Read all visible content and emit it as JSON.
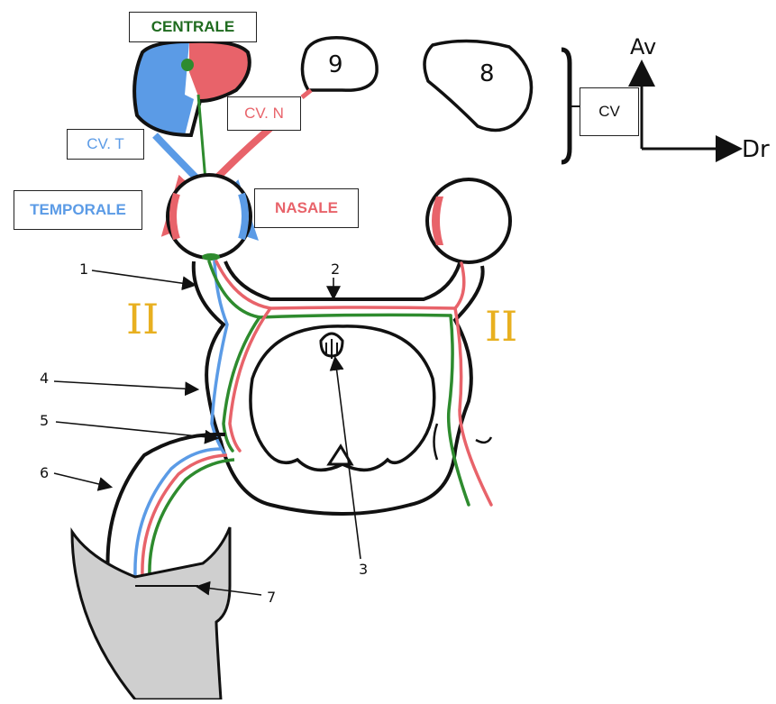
{
  "labels": {
    "centrale": "CENTRALE",
    "cv_t": "CV. T",
    "cv_n": "CV. N",
    "temporale": "TEMPORALE",
    "nasale": "NASALE",
    "cv": "CV",
    "av": "Av",
    "dr": "Dr",
    "n8": "8",
    "n9": "9",
    "n1": "1",
    "n2": "2",
    "n3": "3",
    "n4": "4",
    "n5": "5",
    "n6": "6",
    "n7": "7",
    "nerve_left": "II",
    "nerve_right": "II"
  },
  "colors": {
    "temporal": "#5b9be6",
    "nasal": "#e8636a",
    "central": "#2e8b2e",
    "centrale_text": "#1f6b1f",
    "roman": "#e8b020",
    "grey": "#cfcfcf"
  }
}
